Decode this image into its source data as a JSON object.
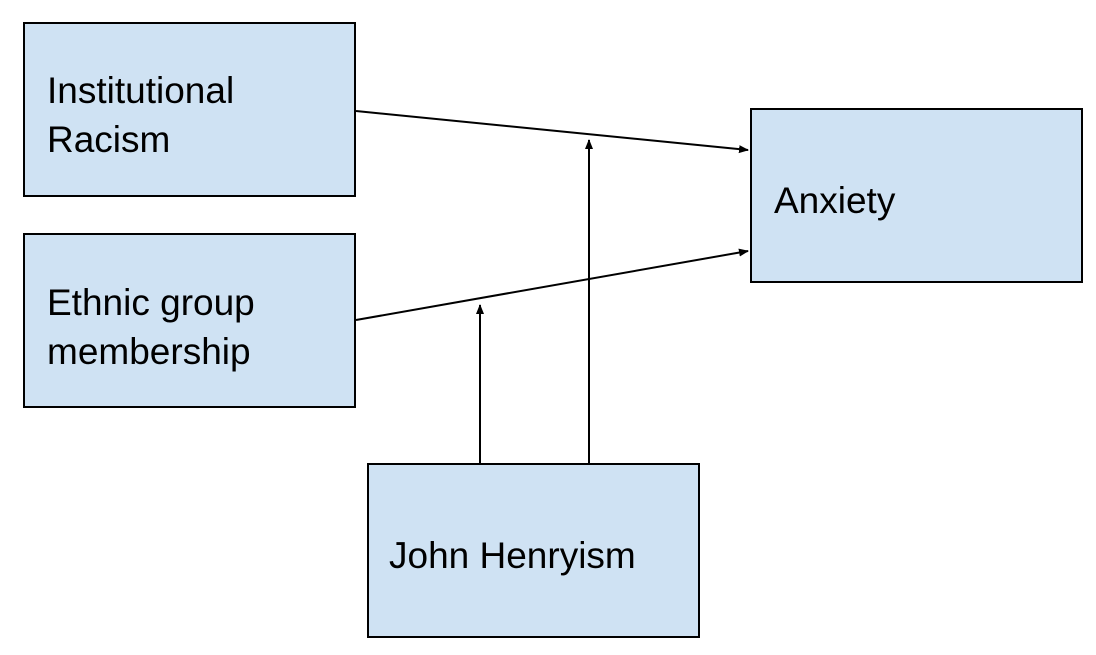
{
  "nodes": {
    "institutional_racism": "Institutional\nRacism",
    "ethnic_group_membership": "Ethnic group\nmembership",
    "anxiety": "Anxiety",
    "john_henryism": "John Henryism"
  },
  "edges": [
    {
      "from": "Institutional Racism",
      "to": "Anxiety"
    },
    {
      "from": "Ethnic group membership",
      "to": "Anxiety"
    },
    {
      "from": "John Henryism",
      "to": "Ethnic group membership → Anxiety"
    },
    {
      "from": "John Henryism",
      "to": "Institutional Racism → Anxiety"
    }
  ],
  "colors": {
    "box_fill": "#cfe2f3",
    "box_border": "#000000",
    "arrow": "#000000"
  }
}
